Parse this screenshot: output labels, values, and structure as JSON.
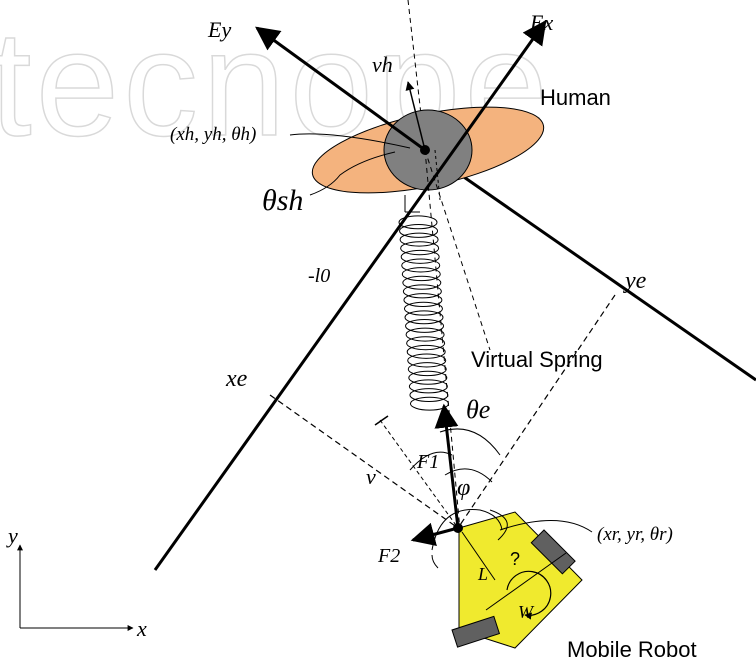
{
  "watermark": "tecnope",
  "labels": {
    "ey": "Ey",
    "ex": "Ex",
    "vh": "vh",
    "human": "Human",
    "human_pose": "(xh, yh, θh)",
    "theta_sh": "θsh",
    "l0": "-l0",
    "ye": "ye",
    "xe": "xe",
    "virtual_spring": "Virtual Spring",
    "theta_e": "θe",
    "v": "v",
    "f1": "F1",
    "phi": "φ",
    "robot_pose": "(xr, yr, θr)",
    "f2": "F2",
    "question": "?",
    "L": "L",
    "W": "W",
    "mobile_robot": "Mobile Robot",
    "axis_y": "y",
    "axis_x": "x"
  },
  "colors": {
    "ellipse_fill": "#f4b37e",
    "head_fill": "#808080",
    "robot_fill": "#f0ea2e",
    "wheel_fill": "#606060",
    "watermark": "#d9d9d9"
  }
}
